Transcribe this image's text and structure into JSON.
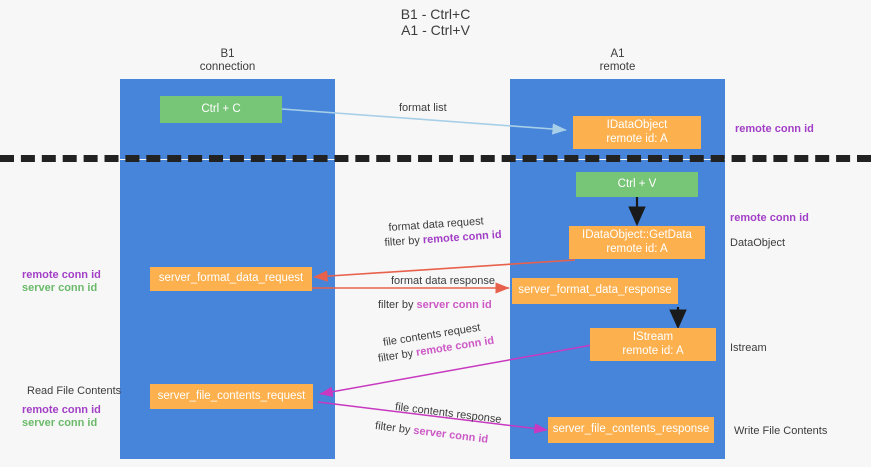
{
  "title": {
    "line1": "B1 - Ctrl+C",
    "line2": "A1 - Ctrl+V"
  },
  "lanes": [
    {
      "id": "b1",
      "title_line1": "B1",
      "title_line2": "connection",
      "color": "#4785db"
    },
    {
      "id": "a1",
      "title_line1": "A1",
      "title_line2": "remote",
      "color": "#4785db"
    }
  ],
  "nodes": {
    "ctrl_c": {
      "line1": "Ctrl + C",
      "line2": "",
      "color": "#77c576"
    },
    "idataobject_top": {
      "line1": "IDataObject",
      "line2": "remote id: A",
      "color": "#fcb04e"
    },
    "ctrl_v": {
      "line1": "Ctrl + V",
      "line2": "",
      "color": "#77c576"
    },
    "getdata": {
      "line1": "IDataObject::GetData",
      "line2": "remote id: A",
      "color": "#fcb04e"
    },
    "server_format_data_request": {
      "line1": "server_format_data_request",
      "line2": "",
      "color": "#fcb04e"
    },
    "server_format_data_response": {
      "line1": "server_format_data_response",
      "line2": "",
      "color": "#fcb04e"
    },
    "istream": {
      "line1": "IStream",
      "line2": "remote id: A",
      "color": "#fcb04e"
    },
    "server_file_contents_request": {
      "line1": "server_file_contents_request",
      "line2": "",
      "color": "#fcb04e"
    },
    "server_file_contents_response": {
      "line1": "server_file_contents_response",
      "line2": "",
      "color": "#fcb04e"
    }
  },
  "edge_labels": {
    "format_list": "format list",
    "format_data_request": "format data request",
    "format_data_request_filter_prefix": "filter by ",
    "format_data_request_filter_key": "remote conn id",
    "format_data_response": "format data response",
    "format_data_response_filter_prefix": "filter by ",
    "format_data_response_filter_key": "server conn id",
    "file_contents_request": "file contents request",
    "file_contents_request_filter_prefix": "filter by ",
    "file_contents_request_filter_key": "remote conn id",
    "file_contents_response": "file contents response",
    "file_contents_response_filter_prefix": "filter by ",
    "file_contents_response_filter_key": "server conn id"
  },
  "annotations": {
    "right_remote_conn_id_top": "remote conn id",
    "right_remote_conn_id_mid": "remote conn id",
    "right_dataobject": "DataObject",
    "right_istream": "Istream",
    "right_write_file_contents": "Write File Contents",
    "left_remote_conn_id_mid": "remote conn id",
    "left_server_conn_id_mid": "server conn id",
    "left_read_file_contents": "Read File Contents",
    "left_remote_conn_id_bottom": "remote conn id",
    "left_server_conn_id_bottom": "server conn id"
  },
  "colors": {
    "lane": "#4785db",
    "green_node": "#77c576",
    "orange_node": "#fcb04e",
    "purple": "#a23fc6",
    "green_text": "#6aba6a",
    "pink": "#cc59c6",
    "red_arrow": "#e8614d",
    "magenta_arrow": "#c838c0",
    "lightblue_arrow": "#a8cfe8",
    "black_arrow": "#1a1a1a",
    "divider": "#222222",
    "background": "#f7f7f7"
  }
}
